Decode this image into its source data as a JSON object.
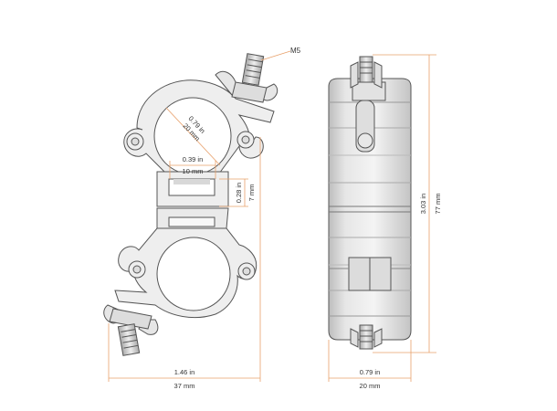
{
  "labels": {
    "bolt": "M5",
    "tube_diameter_in": "0.79 in",
    "tube_diameter_mm": "20 mm",
    "gap_width_in": "0.39 in",
    "gap_width_mm": "10 mm",
    "gap_height_in": "0.28 in",
    "gap_height_mm": "7 mm",
    "overall_width_in": "1.46 in",
    "overall_width_mm": "37 mm",
    "side_width_in": "0.79 in",
    "side_width_mm": "20 mm",
    "overall_height_in": "3.03 in",
    "overall_height_mm": "77 mm"
  },
  "colors": {
    "dimension_line": "#e8a06a",
    "part_stroke": "#555555",
    "part_fill": "#eeeeee",
    "part_shade": "#cccccc"
  }
}
